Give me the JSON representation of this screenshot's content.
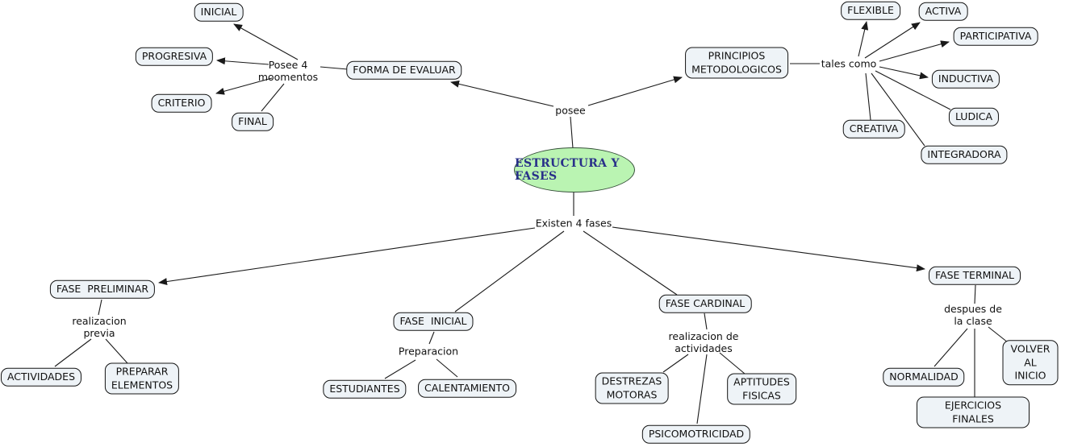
{
  "diagram": {
    "type": "concept-map",
    "colors": {
      "background": "#ffffff",
      "node_fill": "#eef3f7",
      "node_border": "#141414",
      "root_fill": "#baf4b2",
      "root_border": "#36503a",
      "root_text": "#293089",
      "line": "#1a1a1a"
    }
  },
  "root": {
    "label": "ESTRUCTURA Y FASES"
  },
  "links": {
    "posee": "posee",
    "posee4": "Posee 4\nmoomentos",
    "tales_como": "tales como",
    "existen": "Existen 4 fases",
    "realizacion_previa": "realizacion\nprevia",
    "preparacion": "Preparacion",
    "realizacion_actividades": "realizacion de\nactividades",
    "despues": "despues de\nla clase"
  },
  "nodes": {
    "inicial": {
      "label": "INICIAL"
    },
    "progresiva": {
      "label": "PROGRESIVA"
    },
    "criterio": {
      "label": "CRITERIO"
    },
    "final": {
      "label": "FINAL"
    },
    "forma_evaluar": {
      "label": "FORMA DE EVALUAR"
    },
    "principios": {
      "label": "PRINCIPIOS\nMETODOLOGICOS"
    },
    "flexible": {
      "label": "FLEXIBLE"
    },
    "activa": {
      "label": "ACTIVA"
    },
    "participativa": {
      "label": "PARTICIPATIVA"
    },
    "inductiva": {
      "label": "INDUCTIVA"
    },
    "ludica": {
      "label": "LUDICA"
    },
    "creativa": {
      "label": "CREATIVA"
    },
    "integradora": {
      "label": "INTEGRADORA"
    },
    "fase_preliminar": {
      "label": "FASE  PRELIMINAR"
    },
    "actividades": {
      "label": "ACTIVIDADES"
    },
    "preparar_elementos": {
      "label": "PREPARAR\nELEMENTOS"
    },
    "fase_inicial": {
      "label": "FASE  INICIAL"
    },
    "estudiantes": {
      "label": "ESTUDIANTES"
    },
    "calentamiento": {
      "label": "CALENTAMIENTO"
    },
    "fase_cardinal": {
      "label": "FASE CARDINAL"
    },
    "destrezas_motoras": {
      "label": "DESTREZAS\nMOTORAS"
    },
    "psicomotricidad": {
      "label": "PSICOMOTRICIDAD"
    },
    "aptitudes_fisicas": {
      "label": "APTITUDES\nFISICAS"
    },
    "fase_terminal": {
      "label": "FASE TERMINAL"
    },
    "normalidad": {
      "label": "NORMALIDAD"
    },
    "volver_al_inicio": {
      "label": "VOLVER AL INICIO"
    },
    "ejercicios_finales": {
      "label": "EJERCICIOS FINALES"
    }
  }
}
